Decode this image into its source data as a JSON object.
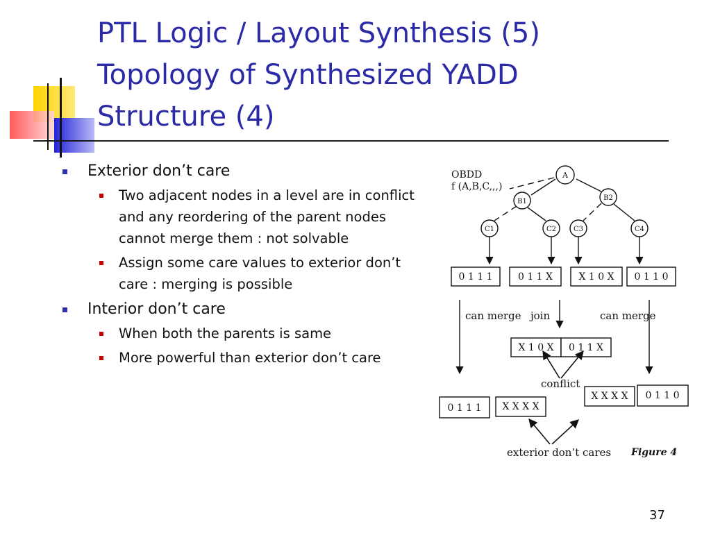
{
  "slide": {
    "title_lines": [
      "PTL Logic / Layout Synthesis (5)",
      "Topology of Synthesized YADD",
      "Structure (4)"
    ],
    "page_number": "37"
  },
  "bullets": [
    {
      "text": "Exterior don’t care",
      "sub": [
        "Two adjacent nodes in a level are in conflict and any reordering of the parent nodes cannot merge them : not solvable",
        "Assign some care values to exterior don’t care : merging is possible"
      ]
    },
    {
      "text": "Interior don’t care",
      "sub": [
        "When both the parents is same",
        "More powerful than exterior don’t care"
      ]
    }
  ],
  "figure": {
    "header_line1": "OBDD",
    "header_line2": "f (A,B,C,,,)",
    "nodes": {
      "a": "A",
      "b1": "B1",
      "b2": "B2",
      "c1": "C1",
      "c2": "C2",
      "c3": "C3",
      "c4": "C4"
    },
    "top_boxes": [
      "0 1 1 1",
      "0 1 1 X",
      "X 1 0 X",
      "0 1 1 0"
    ],
    "can_merge_left": "can merge",
    "join": "join",
    "can_merge_right": "can merge",
    "mid_boxes": [
      "X 1 0 X",
      "0 1 1 X"
    ],
    "conflict": "conflict",
    "bottom_boxes": [
      "0 1 1 1",
      "X X X X",
      "X X X X",
      "0 1 1 0"
    ],
    "exterior_label": "exterior don’t cares",
    "caption": "Figure 4"
  }
}
